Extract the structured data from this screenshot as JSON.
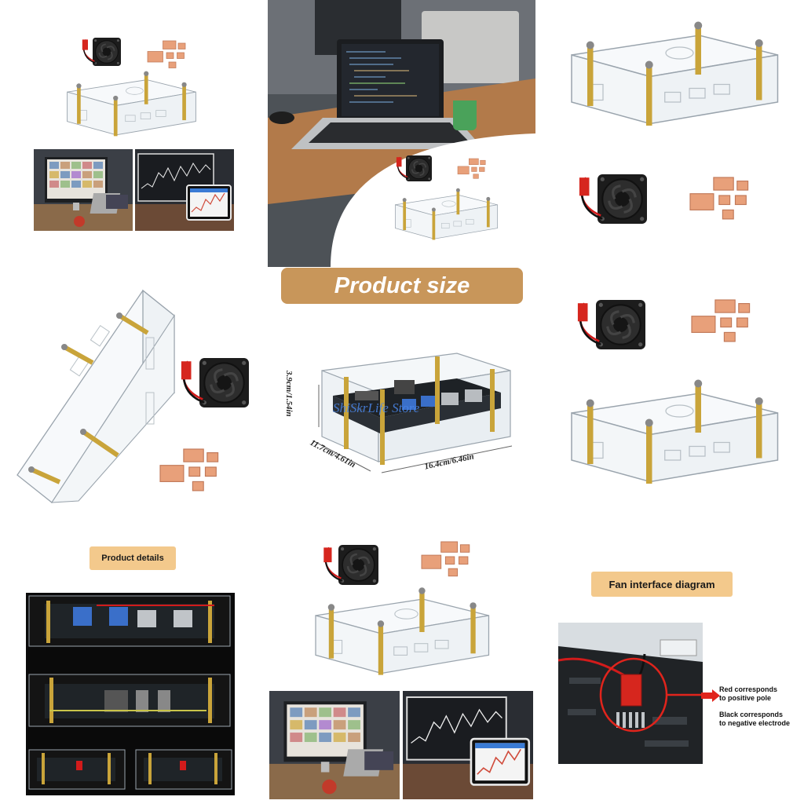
{
  "banners": {
    "product_size": "Product size",
    "product_details": "Product details",
    "fan_interface": "Fan interface diagram"
  },
  "dimensions": {
    "height": "3.9cm/1.54in",
    "depth": "11.7cm/4.61in",
    "width": "16.4cm/6.46in",
    "watermark": "ShiSkrLife Store"
  },
  "fan_notes": {
    "red_line1": "Red corresponds",
    "red_line2": "to positive pole",
    "black_line1": "Black corresponds",
    "black_line2": "to negative electrode"
  },
  "colors": {
    "banner": "#c8965a",
    "tag": "#f3c98c",
    "acrylic": "#9aa4ad",
    "brass": "#c9a43a",
    "copper": "#e8a07a",
    "fan": "#1c1c1c"
  }
}
